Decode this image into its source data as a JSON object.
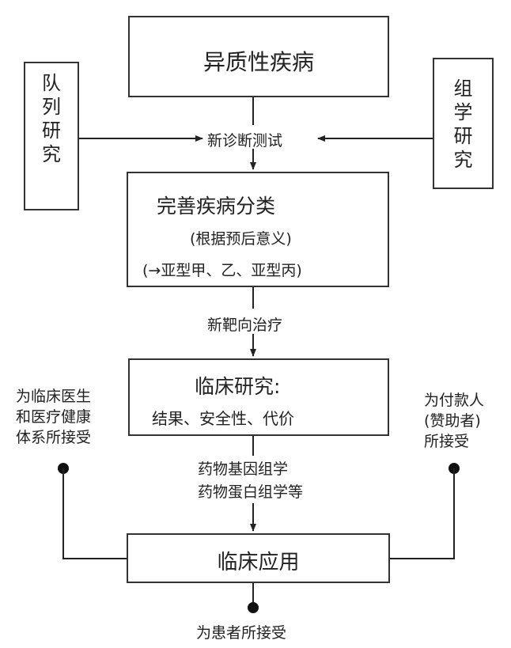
{
  "heterogeneous_disease": "异质性疾病",
  "cohort_study": [
    "队",
    "列",
    "研",
    "究"
  ],
  "omics_study": [
    "组",
    "学",
    "研",
    "究"
  ],
  "new_diagnostic_test": "新诊断测试",
  "refine_classification": {
    "title": "完善疾病分类",
    "subtitle": "(根据预后意义)",
    "subtypes": "(→亚型甲、乙、亚型丙)"
  },
  "new_targeted_therapy": "新靶向治疗",
  "clinical_research": {
    "title": "临床研究:",
    "items": "结果、安全性、代价"
  },
  "accepted_by_clinicians": [
    "为临床医生",
    "和医疗健康",
    "体系所接受"
  ],
  "accepted_by_payers": [
    "为付款人",
    "(赞助者)",
    "所接受"
  ],
  "pharmacogenomics": [
    "药物基因组学",
    "药物蛋白组学等"
  ],
  "clinical_application": "临床应用",
  "accepted_by_patients": "为患者所接受"
}
